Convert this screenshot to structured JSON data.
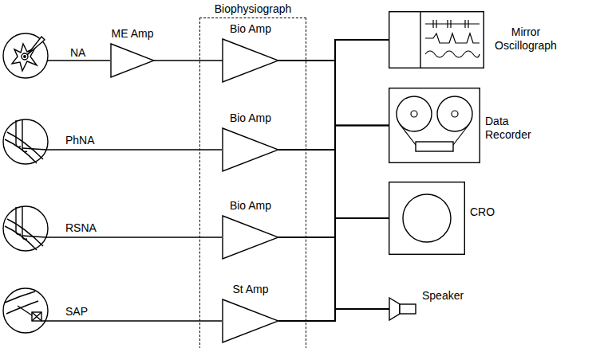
{
  "diagram": {
    "nodes": [
      {
        "text": [
          "ME Amp"
        ]
      },
      {
        "text": [
          "Biophysiograph"
        ]
      },
      {
        "text": [
          "Bio Amp"
        ],
        "in": 1
      },
      {
        "text": [
          "Bio Amp"
        ],
        "in": 1
      },
      {
        "text": [
          "Bio Amp"
        ],
        "in": 1
      },
      {
        "text": [
          "St Amp"
        ],
        "in": 1
      },
      {
        "text": [
          "Mirror Oscillograph"
        ]
      },
      {
        "text": [
          "Data Recorder"
        ]
      },
      {
        "text": [
          "CRO"
        ]
      },
      {
        "text": [
          "Speaker"
        ]
      }
    ],
    "edges": [
      {
        "from": 0,
        "to": 2,
        "arrow": "none"
      },
      {
        "from": 2,
        "to": 6,
        "arrow": "none"
      },
      {
        "from": 2,
        "to": 7,
        "arrow": "none"
      },
      {
        "from": 2,
        "to": 8,
        "arrow": "none"
      },
      {
        "from": 2,
        "to": 9,
        "arrow": "none"
      },
      {
        "from": 3,
        "to": 6,
        "arrow": "none"
      },
      {
        "from": 3,
        "to": 7,
        "arrow": "none"
      },
      {
        "from": 3,
        "to": 8,
        "arrow": "none"
      },
      {
        "from": 3,
        "to": 9,
        "arrow": "none"
      },
      {
        "from": 4,
        "to": 6,
        "arrow": "none"
      },
      {
        "from": 4,
        "to": 7,
        "arrow": "none"
      },
      {
        "from": 4,
        "to": 8,
        "arrow": "none"
      },
      {
        "from": 4,
        "to": 9,
        "arrow": "none"
      },
      {
        "from": 5,
        "to": 6,
        "arrow": "none"
      },
      {
        "from": 5,
        "to": 7,
        "arrow": "none"
      },
      {
        "from": 5,
        "to": 8,
        "arrow": "none"
      },
      {
        "from": 5,
        "to": 9,
        "arrow": "none"
      }
    ],
    "labels": [
      "NA",
      "PhNA",
      "RSNA",
      "SAP"
    ]
  }
}
